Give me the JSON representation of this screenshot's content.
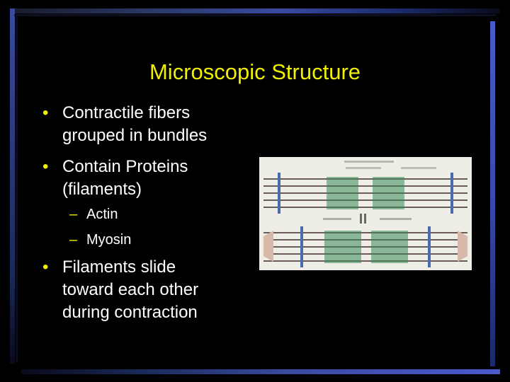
{
  "slide": {
    "title": "Microscopic Structure",
    "accent_color": "#f0f000",
    "frame_color": "#3a4aa0"
  },
  "bullets": [
    {
      "text": "Contractile fibers\ngrouped in bundles"
    },
    {
      "text": "Contain Proteins\n(filaments)"
    },
    {
      "text": "Filaments slide\ntoward each other\nduring contraction"
    }
  ],
  "sub_bullets": [
    {
      "text": "Actin"
    },
    {
      "text": "Myosin"
    }
  ],
  "markers": {
    "bullet": "•",
    "dash": "–"
  },
  "figure": {
    "description_icon": "sarcomere-diagram"
  }
}
